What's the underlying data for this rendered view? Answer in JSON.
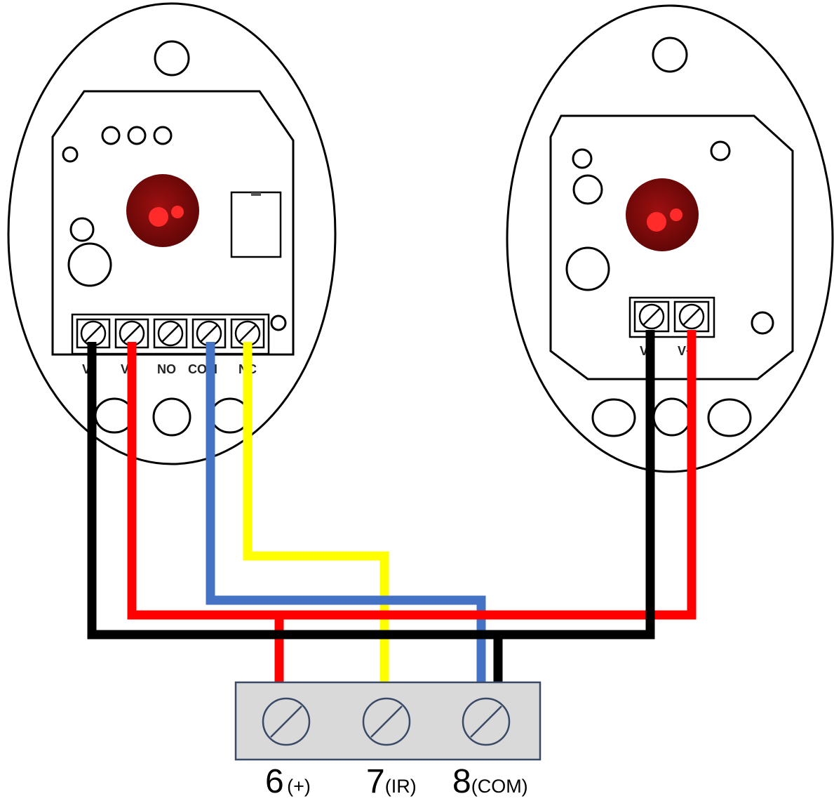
{
  "transmitter": {
    "terminal_labels": [
      "V-",
      "V+",
      "NO",
      "COM",
      "NC"
    ]
  },
  "receiver": {
    "terminal_labels": [
      "V-",
      "V+"
    ]
  },
  "terminal_block": {
    "terminals": [
      {
        "number": "6",
        "label": "(+)"
      },
      {
        "number": "7",
        "label": "(IR)"
      },
      {
        "number": "8",
        "label": "(COM)"
      }
    ]
  },
  "wire_colors": {
    "black": "#000000",
    "red": "#ff0000",
    "blue": "#4472c4",
    "yellow": "#ffff00"
  },
  "lens_color": "#7a0a0a"
}
